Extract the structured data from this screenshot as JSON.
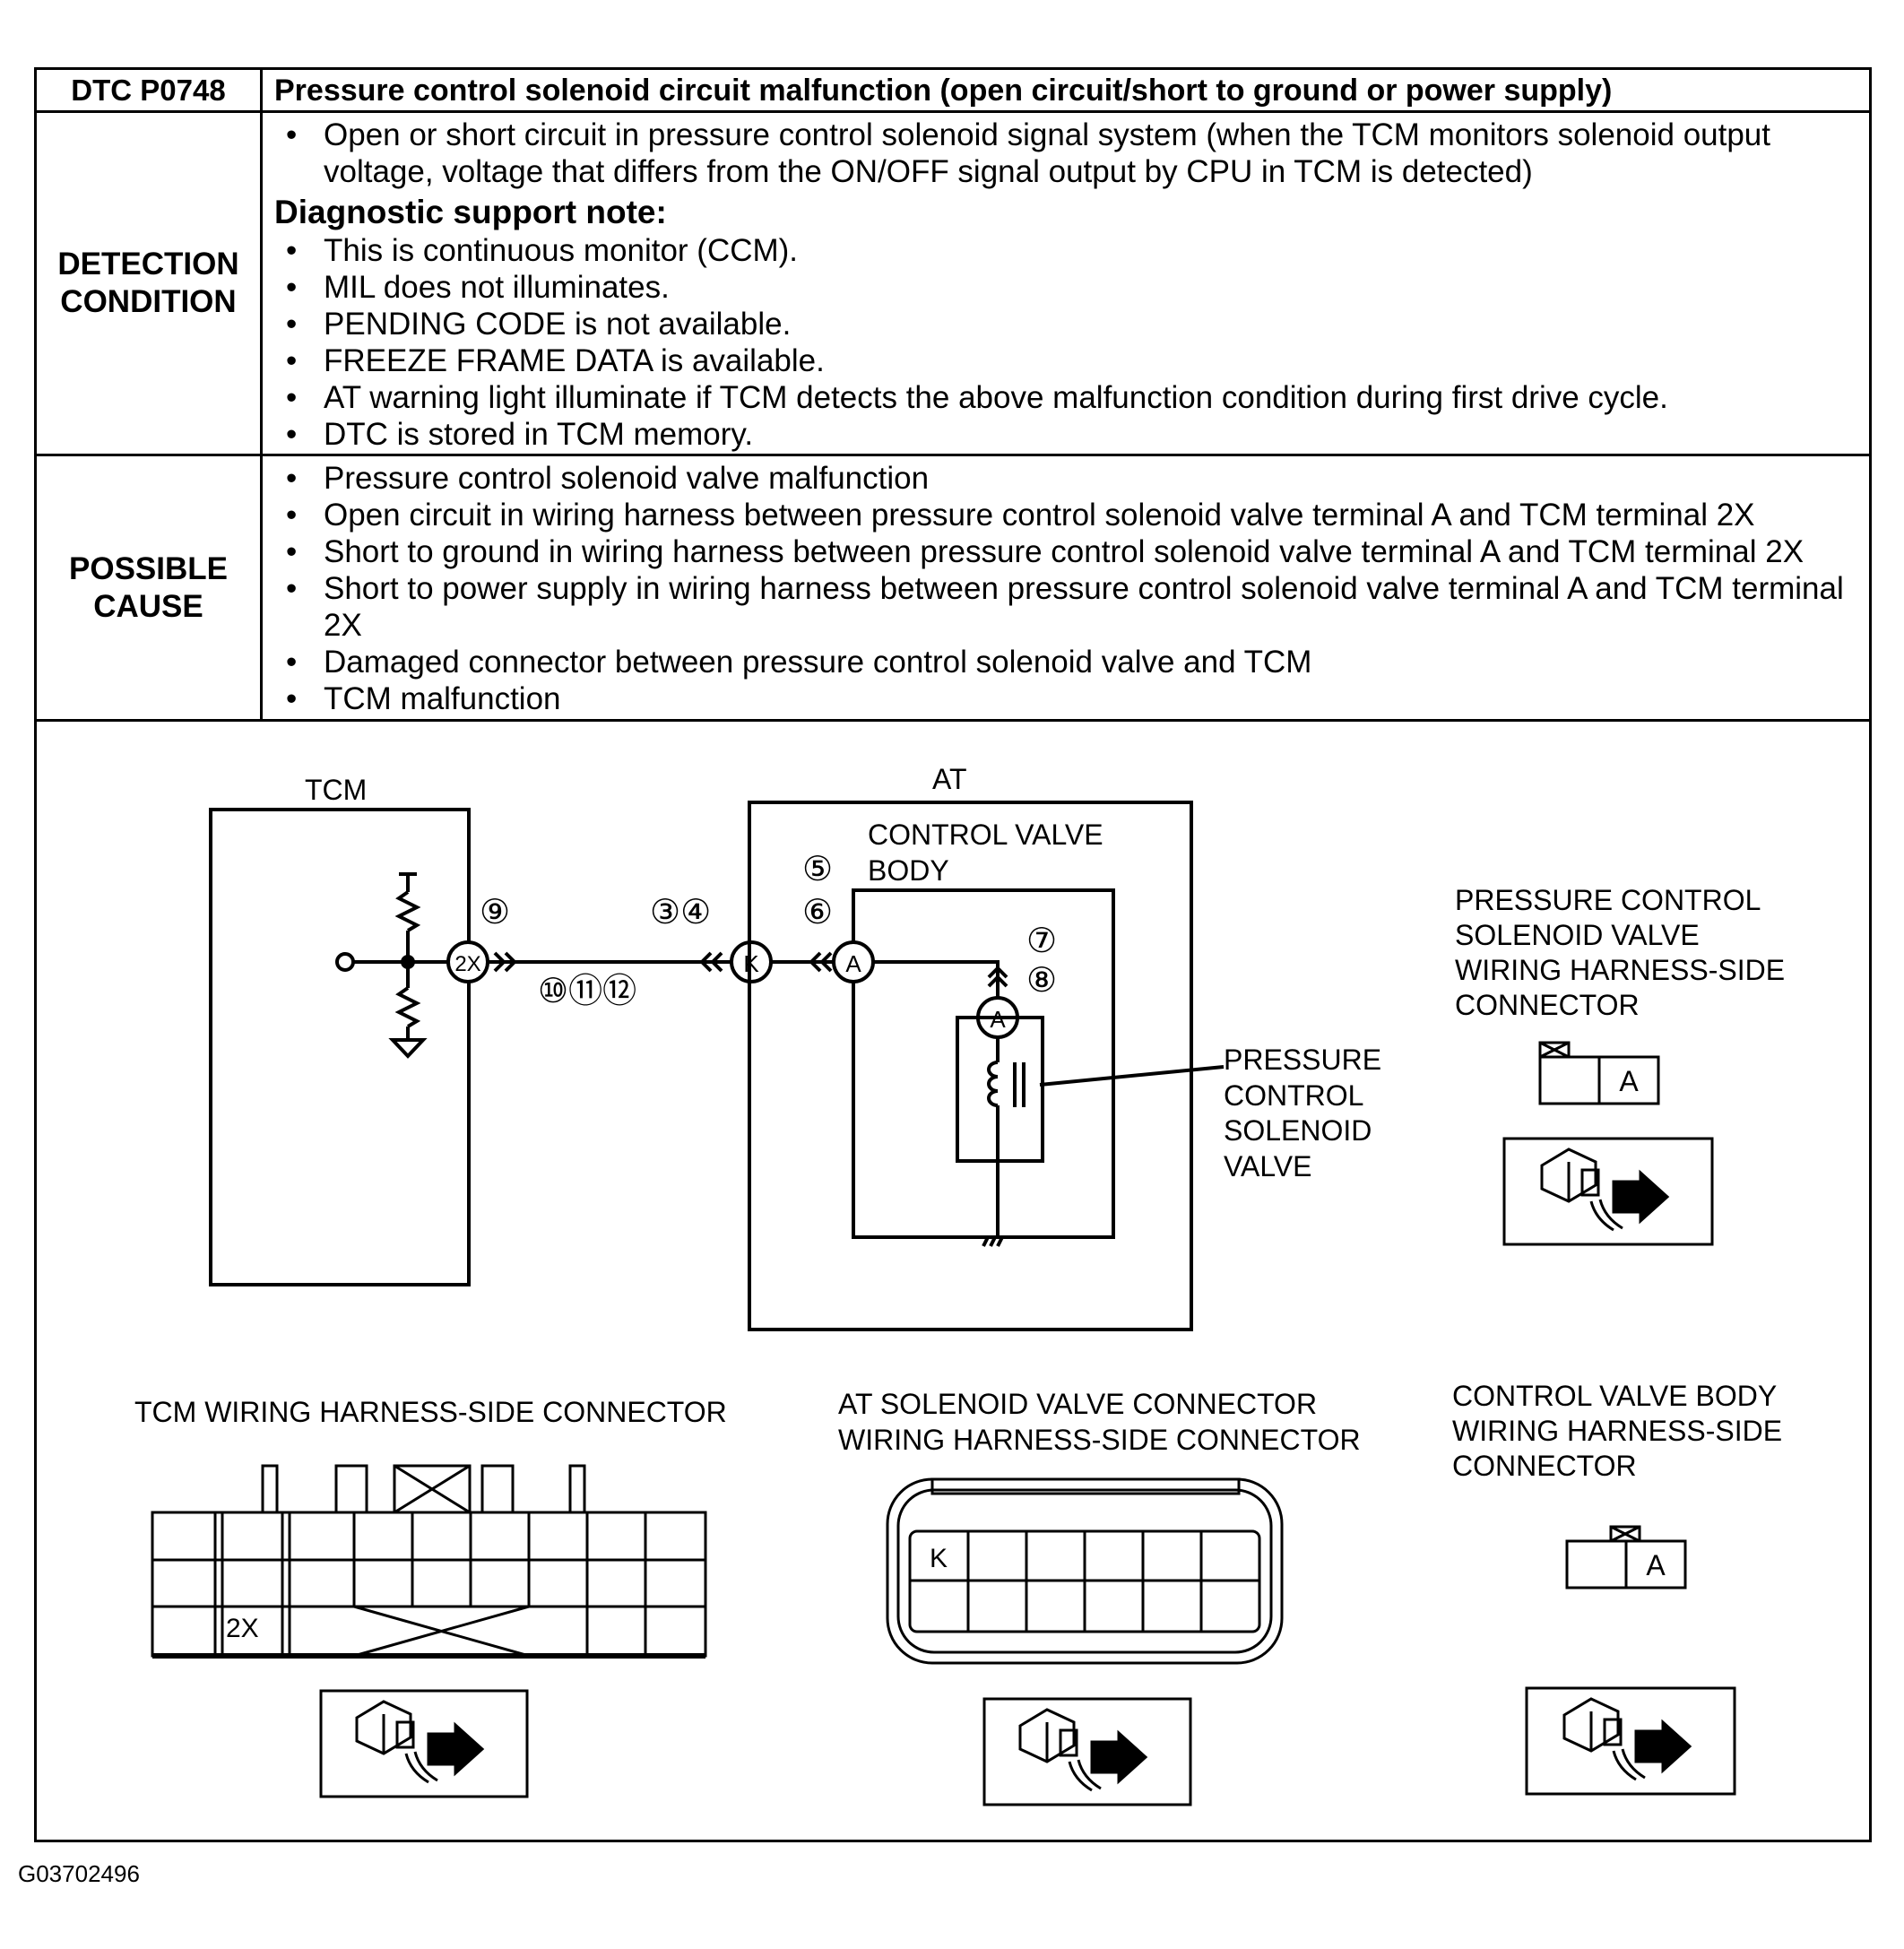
{
  "header": {
    "dtc": "DTC P0748",
    "title": "Pressure control solenoid circuit malfunction (open circuit/short to ground or power supply)"
  },
  "detection": {
    "label_line1": "DETECTION",
    "label_line2": "CONDITION",
    "items": [
      "Open or short circuit in pressure control solenoid signal system (when the TCM monitors solenoid output voltage, voltage that differs from the ON/OFF signal output by CPU in TCM is detected)"
    ],
    "note_title": "Diagnostic support note:",
    "notes": [
      "This is continuous monitor (CCM).",
      "MIL does not illuminates.",
      "PENDING CODE is not available.",
      "FREEZE FRAME DATA is available.",
      "AT warning light illuminate if TCM detects the above malfunction condition during first drive cycle.",
      "DTC is stored in TCM memory."
    ]
  },
  "cause": {
    "label_line1": "POSSIBLE",
    "label_line2": "CAUSE",
    "items": [
      "Pressure control solenoid valve malfunction",
      "Open circuit in wiring harness between pressure control solenoid valve terminal A and TCM terminal 2X",
      "Short to ground in wiring harness between pressure control solenoid valve terminal A and TCM terminal 2X",
      "Short to power supply in wiring harness between pressure control solenoid valve terminal A and TCM terminal 2X",
      "Damaged connector between pressure control solenoid valve and TCM",
      "TCM malfunction"
    ]
  },
  "diagram": {
    "tcm_label": "TCM",
    "at_label": "AT",
    "cvb_line1": "CONTROL VALVE",
    "cvb_line2": "BODY",
    "term_2x": "2X",
    "term_k": "K",
    "term_a": "A",
    "step_9": "⑨",
    "step_34": "③④",
    "step_5": "⑤",
    "step_6": "⑥",
    "step_7": "⑦",
    "step_8": "⑧",
    "step_101112": "⑩⑪⑫",
    "pcsv_line1": "PRESSURE",
    "pcsv_line2": "CONTROL",
    "pcsv_line3": "SOLENOID",
    "pcsv_line4": "VALVE",
    "pcsv_conn_line1": "PRESSURE CONTROL",
    "pcsv_conn_line2": "SOLENOID VALVE",
    "pcsv_conn_line3": "WIRING HARNESS-SIDE",
    "pcsv_conn_line4": "CONNECTOR",
    "tcm_conn_title": "TCM WIRING HARNESS-SIDE CONNECTOR",
    "at_conn_line1": "AT SOLENOID VALVE CONNECTOR",
    "at_conn_line2": "WIRING HARNESS-SIDE CONNECTOR",
    "cvb_conn_line1": "CONTROL VALVE BODY",
    "cvb_conn_line2": "WIRING HARNESS-SIDE",
    "cvb_conn_line3": "CONNECTOR"
  },
  "figure_id": "G03702496"
}
